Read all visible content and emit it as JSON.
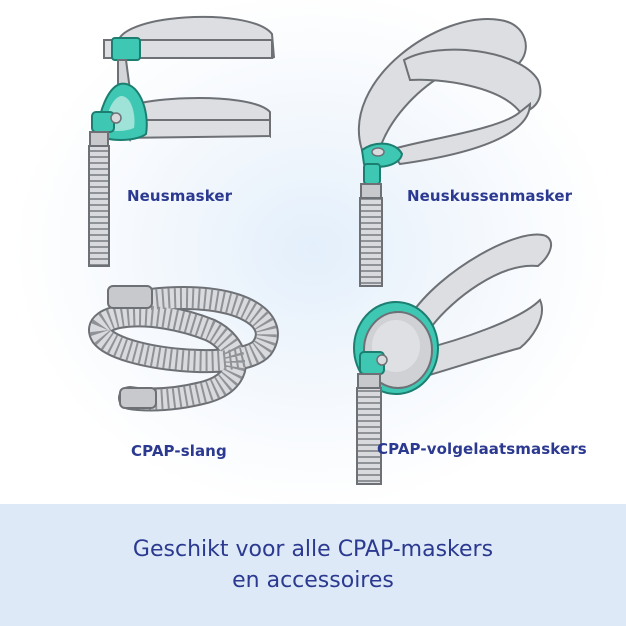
{
  "products": {
    "nose_mask": "Neusmasker",
    "nasal_pillow_mask": "Neuskussenmasker",
    "hose": "CPAP-slang",
    "full_face_mask": "CPAP-volgelaatsmaskers"
  },
  "footer": {
    "line1": "Geschikt voor alle CPAP-maskers",
    "line2": "en accessoires"
  },
  "colors": {
    "label_text": "#2b3990",
    "accent_teal": "#3ec8b4",
    "strap_gray": "#dcdee1",
    "footer_band": "#dde9f6"
  }
}
